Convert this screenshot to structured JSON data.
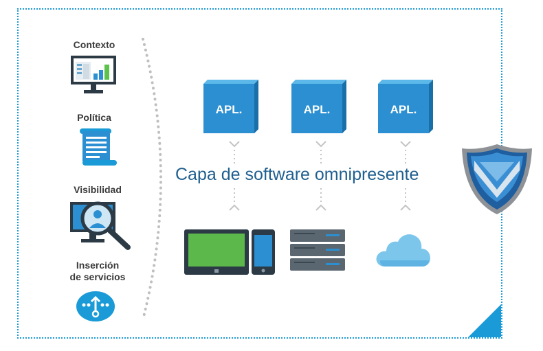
{
  "left_panel": {
    "items": [
      {
        "label": "Contexto",
        "icon": "monitor-chart-icon"
      },
      {
        "label": "Política",
        "icon": "scroll-document-icon"
      },
      {
        "label": "Visibilidad",
        "icon": "monitor-magnifier-icon"
      },
      {
        "label_line1": "Inserción",
        "label_line2": "de servicios",
        "icon": "service-insertion-icon"
      }
    ]
  },
  "main": {
    "apps": [
      {
        "label": "APL."
      },
      {
        "label": "APL."
      },
      {
        "label": "APL."
      }
    ],
    "layer_title": "Capa de software omnipresente",
    "endpoints": [
      {
        "icon": "tablet-icon"
      },
      {
        "icon": "phone-icon"
      },
      {
        "icon": "server-rack-icon"
      },
      {
        "icon": "cloud-icon"
      }
    ],
    "shield_icon": "shield-check-icon"
  },
  "colors": {
    "accent": "#1a9ad6",
    "app_block": "#2b8fd1",
    "title": "#1f5f8f"
  }
}
